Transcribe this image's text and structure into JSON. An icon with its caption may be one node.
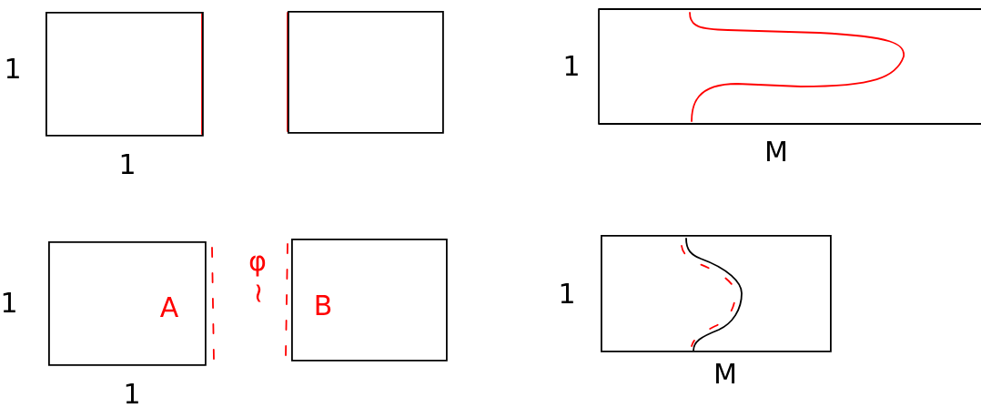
{
  "diagram": {
    "nodes": [
      {
        "text": [],
        "shape": "box"
      },
      {
        "text": [],
        "shape": "box"
      },
      {
        "text": [],
        "shape": "box"
      },
      {
        "text": [
          "A"
        ]
      },
      {
        "text": [
          "B"
        ]
      },
      {
        "text": [],
        "shape": "box"
      }
    ],
    "labels": [
      "1",
      "1",
      "1",
      "M",
      "1",
      "1",
      "φ",
      "≀",
      "1",
      "M"
    ]
  }
}
